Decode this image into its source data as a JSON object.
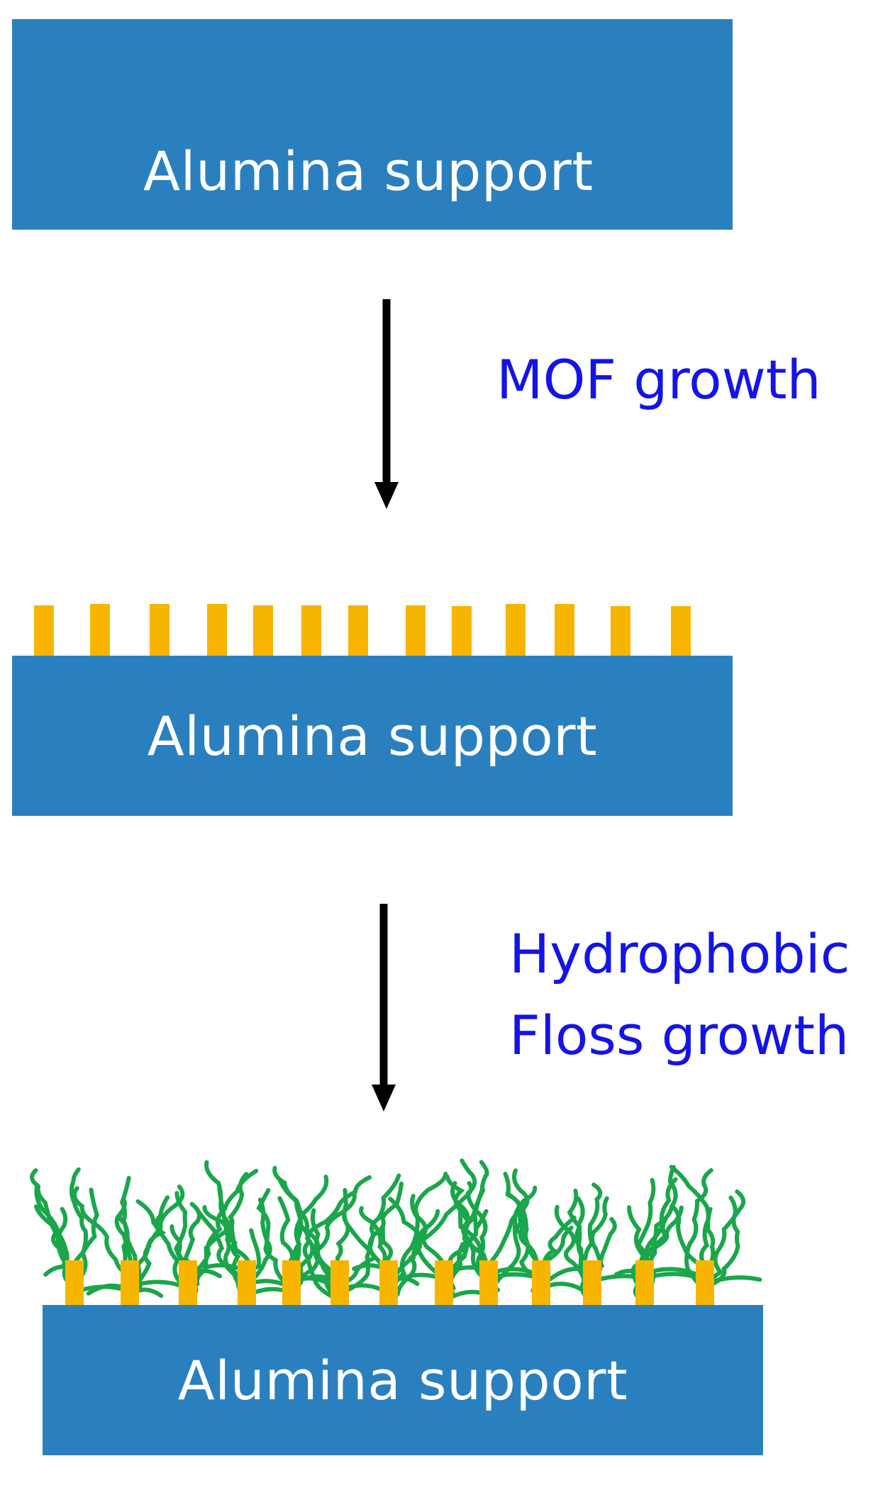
{
  "support_label": "Alumina support",
  "step_1_label": "MOF growth",
  "step_2_label_line_1": "Hydrophobic",
  "step_2_label_line_2": "Floss growth",
  "colors": {
    "support": "#2a80bf",
    "mof_crystal": "#f7b500",
    "floss": "#1aa64a",
    "arrow": "#000000",
    "step_label": "#1414e6"
  }
}
